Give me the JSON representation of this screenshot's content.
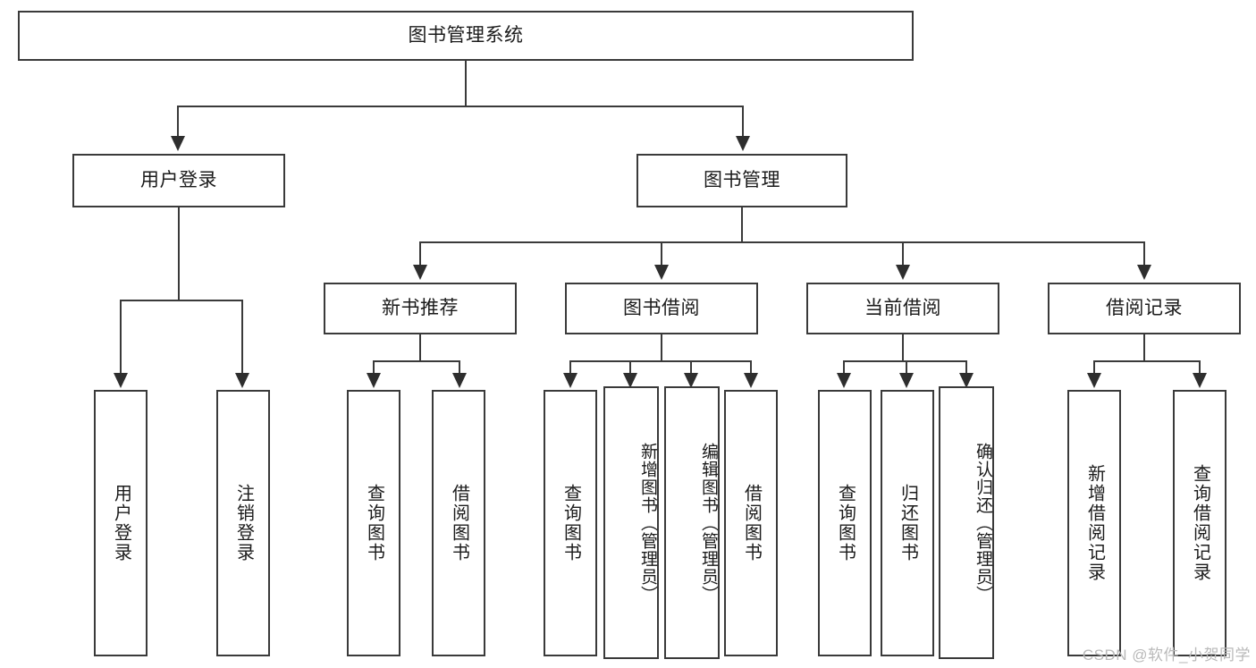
{
  "diagram": {
    "type": "tree-hierarchy",
    "title": "图书管理系统",
    "watermark": "CSDN @软件_小贺同学",
    "colors": {
      "box_border": "#3a3a3a",
      "connector": "#3a3a3a",
      "background": "#ffffff",
      "text": "#1b1b1b",
      "watermark": "#b9b9b9"
    }
  },
  "nodes": {
    "root": {
      "label": "图书管理系统"
    },
    "level2": [
      {
        "label": "用户登录"
      },
      {
        "label": "图书管理"
      }
    ],
    "level3": [
      {
        "label": "新书推荐"
      },
      {
        "label": "图书借阅"
      },
      {
        "label": "当前借阅"
      },
      {
        "label": "借阅记录"
      }
    ],
    "leaves": {
      "user_login": [
        {
          "label": "用户登录"
        },
        {
          "label": "注销登录"
        }
      ],
      "new_book_recommend": [
        {
          "label": "查询图书"
        },
        {
          "label": "借阅图书"
        }
      ],
      "book_borrow": [
        {
          "label": "查询图书"
        },
        {
          "label": "新增图书（管理员）"
        },
        {
          "label": "编辑图书（管理员）"
        },
        {
          "label": "借阅图书"
        }
      ],
      "current_borrow": [
        {
          "label": "查询图书"
        },
        {
          "label": "归还图书"
        },
        {
          "label": "确认归还（管理员）"
        }
      ],
      "borrow_record": [
        {
          "label": "新增借阅记录"
        },
        {
          "label": "查询借阅记录"
        }
      ]
    }
  }
}
